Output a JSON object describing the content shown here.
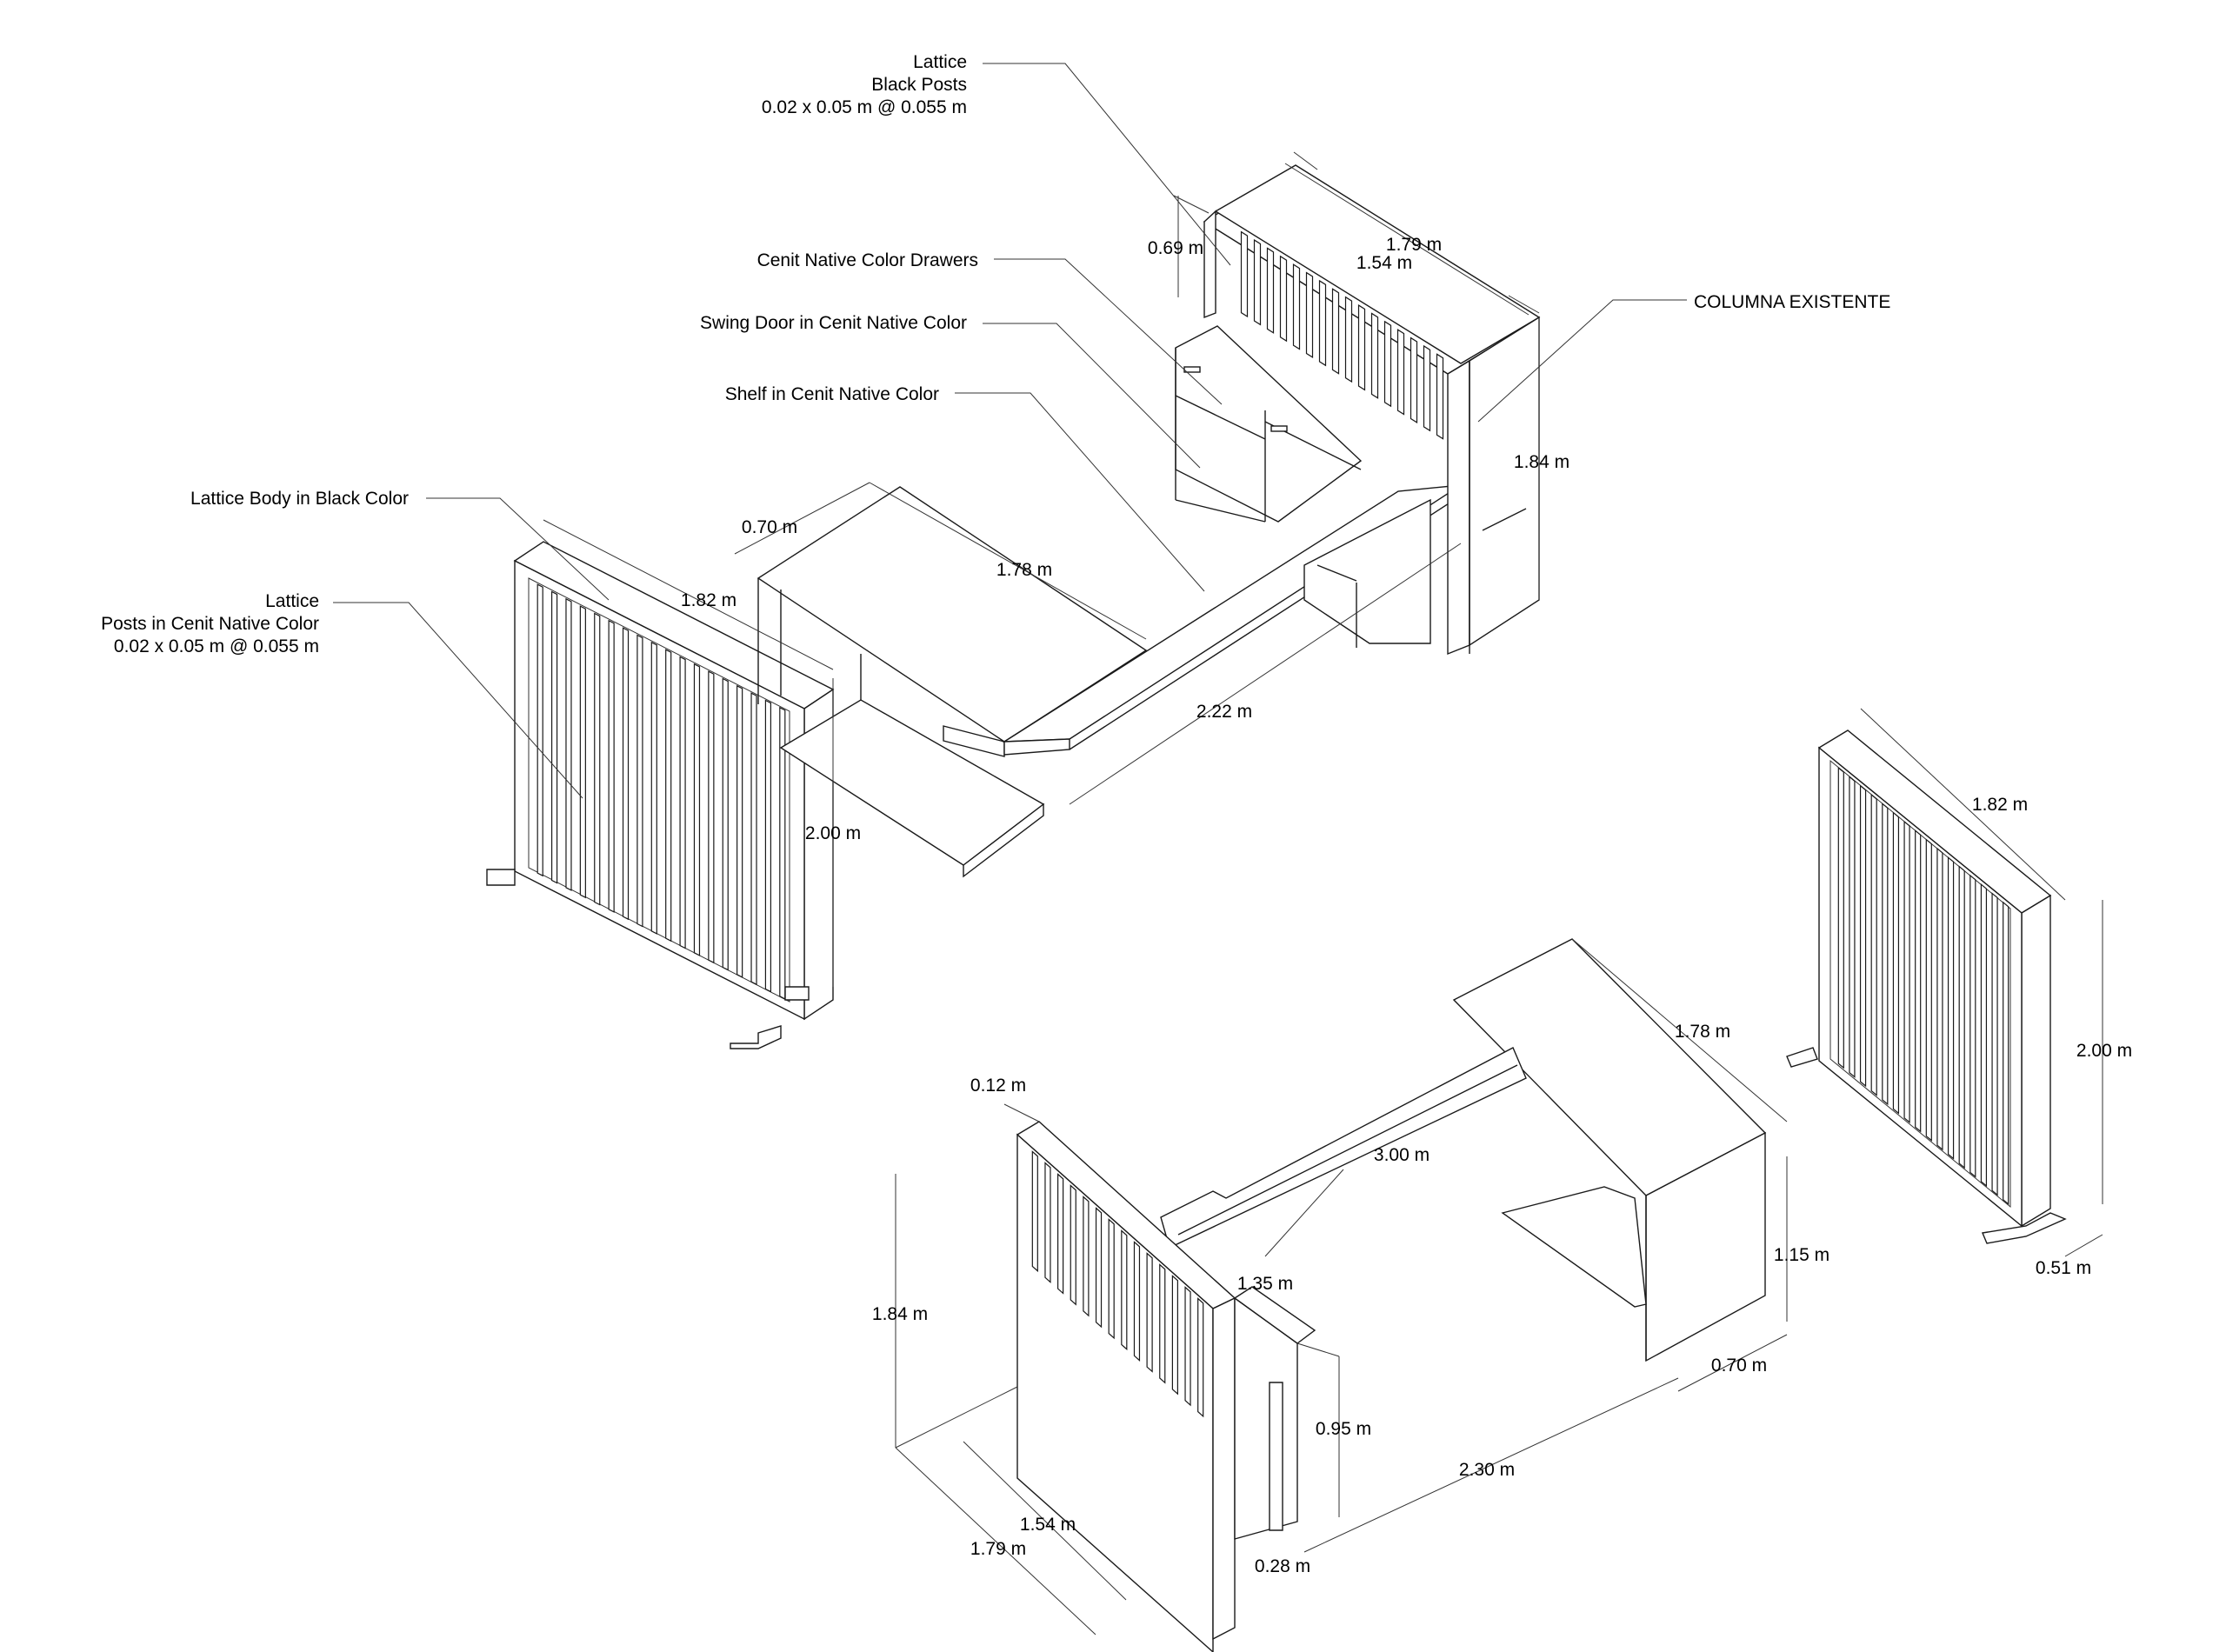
{
  "notes": {
    "lattice_black_line1": "Lattice",
    "lattice_black_line2": "Black Posts",
    "lattice_black_line3": "0.02 x 0.05 m @ 0.055 m",
    "drawers": "Cenit Native Color Drawers",
    "swing_door": "Swing Door in Cenit Native Color",
    "shelf": "Shelf in Cenit Native Color",
    "lattice_body": "Lattice Body in Black Color",
    "lattice_posts_line1": "Lattice",
    "lattice_posts_line2": "Posts in Cenit Native Color",
    "lattice_posts_line3": "0.02 x 0.05 m @ 0.055 m",
    "columna": "COLUMNA EXISTENTE"
  },
  "top_view": {
    "dim_069": "0.69 m",
    "dim_179": "1.79 m",
    "dim_154": "1.54 m",
    "dim_184": "1.84 m",
    "dim_070": "0.70 m",
    "dim_178": "1.78 m",
    "dim_182": "1.82 m",
    "dim_222": "2.22 m",
    "dim_200": "2.00 m"
  },
  "bottom_view": {
    "dim_012": "0.12 m",
    "dim_184": "1.84 m",
    "dim_154": "1.54 m",
    "dim_179": "1.79 m",
    "dim_135": "1.35 m",
    "dim_095": "0.95 m",
    "dim_028": "0.28 m",
    "dim_300": "3.00 m",
    "dim_178": "1.78 m",
    "dim_115": "1.15 m",
    "dim_070": "0.70 m",
    "dim_230": "2.30 m",
    "dim_182": "1.82 m",
    "dim_200": "2.00 m",
    "dim_051": "0.51 m"
  }
}
